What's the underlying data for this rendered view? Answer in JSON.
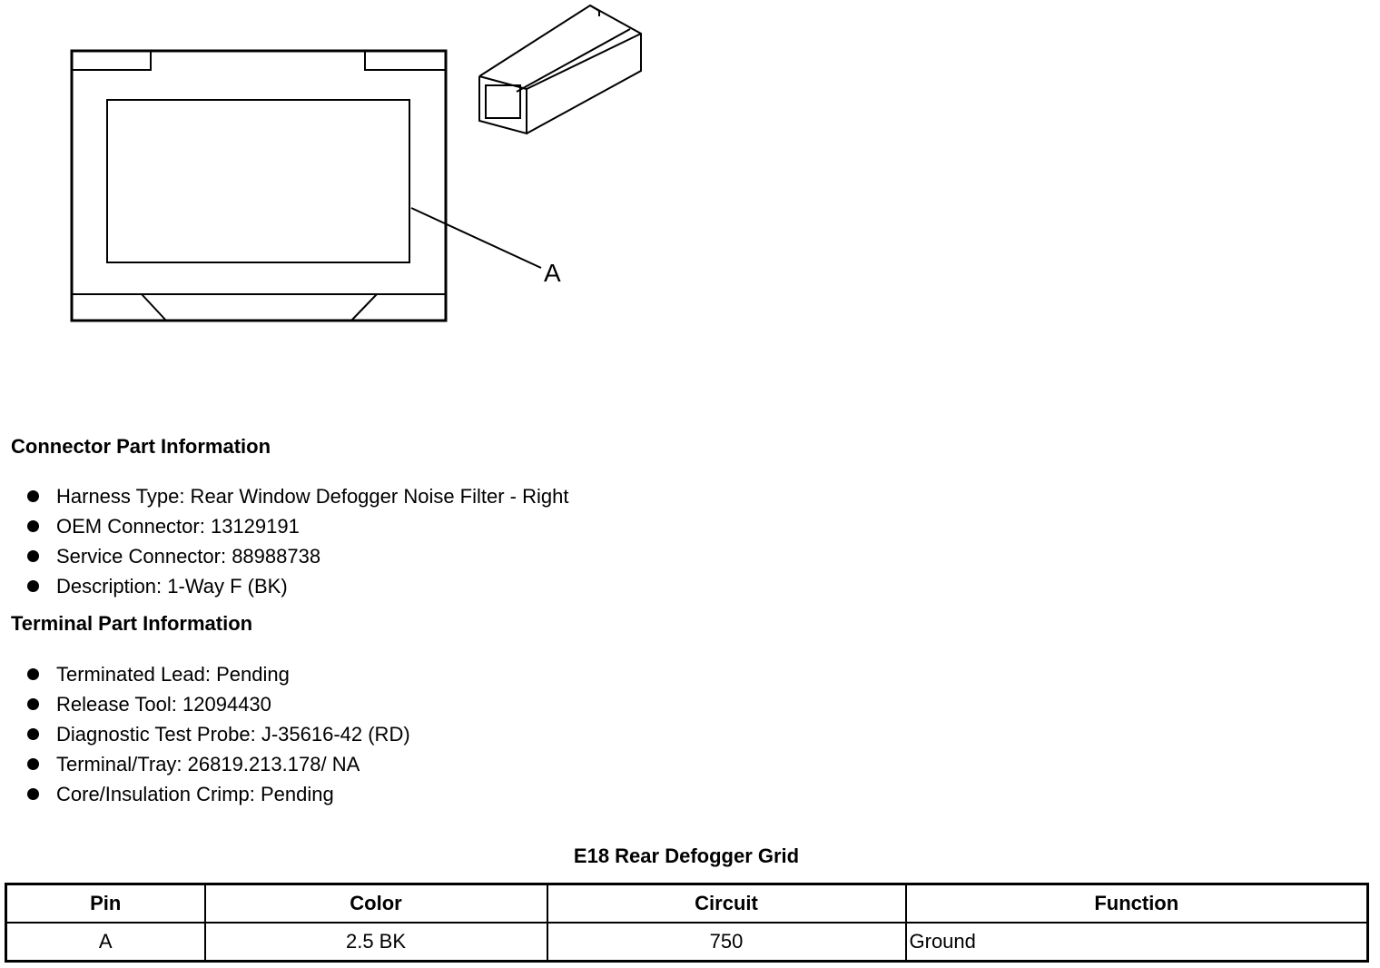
{
  "diagram": {
    "callout_label": "A"
  },
  "connector_info": {
    "title": "Connector Part Information",
    "items": [
      "Harness Type: Rear Window Defogger Noise Filter - Right",
      "OEM Connector: 13129191",
      "Service Connector: 88988738",
      "Description: 1-Way F (BK)"
    ]
  },
  "terminal_info": {
    "title": "Terminal Part Information",
    "items": [
      "Terminated Lead: Pending",
      "Release Tool: 12094430",
      "Diagnostic Test Probe: J-35616-42 (RD)",
      "Terminal/Tray: 26819.213.178/ NA",
      "Core/Insulation Crimp: Pending"
    ]
  },
  "pin_table": {
    "title": "E18 Rear Defogger Grid",
    "headers": [
      "Pin",
      "Color",
      "Circuit",
      "Function"
    ],
    "rows": [
      [
        "A",
        "2.5 BK",
        "750",
        "Ground"
      ]
    ]
  }
}
